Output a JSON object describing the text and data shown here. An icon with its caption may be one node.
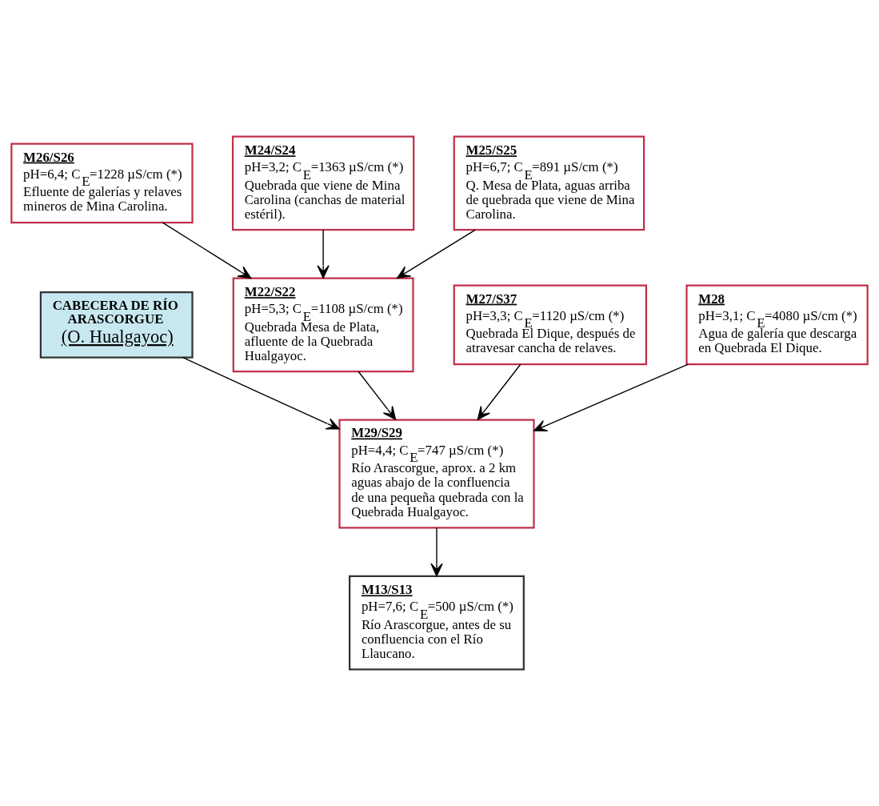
{
  "diagram": {
    "nodes": [
      {
        "text": [
          "CABECERA DE RÍO ARASCORGUE",
          "(O. Hualgayoc)"
        ]
      },
      {
        "text": [
          "M22/S22",
          "pH=5,3; C$_{E}$=1108 µS/cm (*)",
          "Quebrada Mesa de Plata, afluente de la Quebrada Hualgayoc."
        ]
      },
      {
        "text": [
          "M27/S37",
          "pH=3,3; C$_{E}$=1120 µS/cm (*)",
          "Quebrada El Dique, después de atravesar cancha de relaves."
        ]
      },
      {
        "text": [
          "M28",
          "pH=3,1; C$_{E}$=4080 µS/cm (*)",
          "Agua de galería que descarga en Quebrada El Dique."
        ]
      },
      {
        "text": [
          "M26/S26",
          "pH=6,4; C$_{E}$=1228 µS/cm (*)",
          "Efluente de galerías y relaves mineros de Mina Carolina."
        ]
      },
      {
        "text": [
          "M24/S24",
          "pH=3,2; C$_{E}$=1363 µS/cm (*)",
          "Quebrada que viene de Mina Carolina (canchas de material estéril)."
        ]
      },
      {
        "text": [
          "M25/S25",
          "pH=6,7; C$_{E}$=891 µS/cm (*)",
          "Q. Mesa de Plata, aguas arriba de quebrada que viene de Mina Carolina."
        ]
      },
      {
        "text": [
          "M29/S29",
          "pH=4,4; C$_{E}$=747 µS/cm (*)",
          "Río Arascorgue, aprox. a 2 km aguas abajo de la confluencia de una pequeña quebrada con la Quebrada Hualgayoc."
        ]
      },
      {
        "text": [
          "M13/S13",
          "pH=7,6; C$_{E}$=500 µS/cm (*)",
          "Río Arascorgue, antes de su confluencia con el Río Llaucano."
        ]
      }
    ],
    "edges": [
      {
        "from": 0,
        "to": 7,
        "arrow": "to"
      },
      {
        "from": 1,
        "to": 7,
        "arrow": "to"
      },
      {
        "from": 2,
        "to": 7,
        "arrow": "to"
      },
      {
        "from": 3,
        "to": 7,
        "arrow": "to"
      },
      {
        "from": 6,
        "to": 1,
        "arrow": "to"
      },
      {
        "from": 4,
        "to": 1,
        "arrow": "to"
      },
      {
        "from": 5,
        "to": 1,
        "arrow": "to"
      },
      {
        "from": 7,
        "to": 8,
        "arrow": "to"
      }
    ]
  }
}
